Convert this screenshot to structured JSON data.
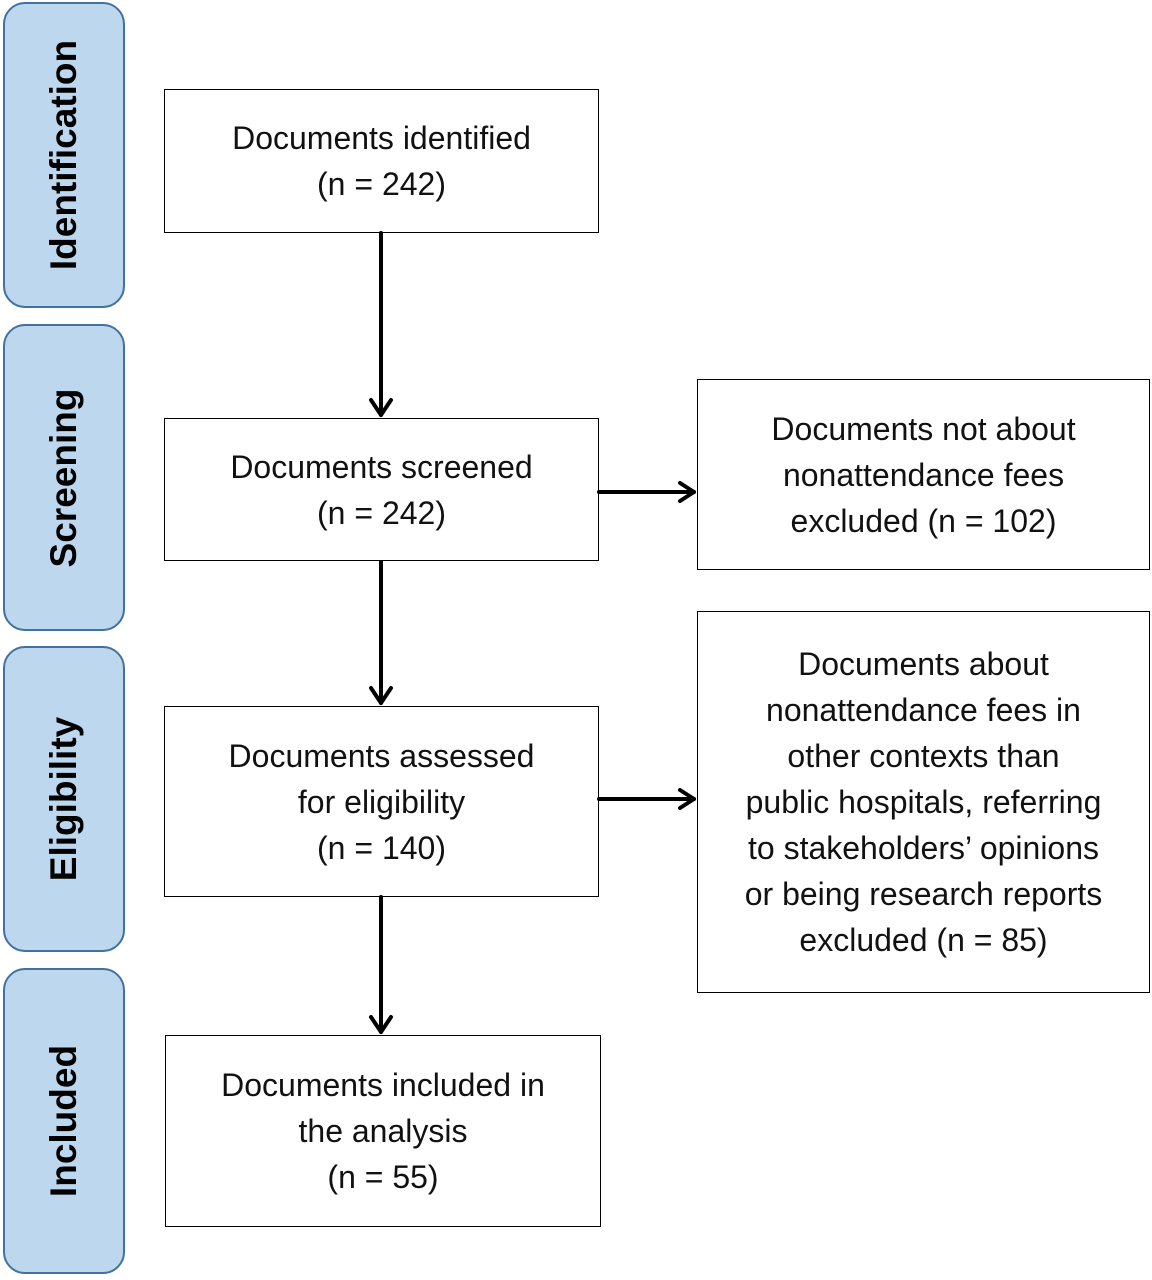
{
  "stages": [
    {
      "id": "identification",
      "label": "Identification"
    },
    {
      "id": "screening",
      "label": "Screening"
    },
    {
      "id": "eligibility",
      "label": "Eligibility"
    },
    {
      "id": "included",
      "label": "Included"
    }
  ],
  "boxes": {
    "identified": {
      "line1": "Documents identified",
      "line2": "(n = 242)"
    },
    "screened": {
      "line1": "Documents screened",
      "line2": "(n = 242)"
    },
    "assessed": {
      "line1": "Documents assessed",
      "line2": "for eligibility",
      "line3": "(n = 140)"
    },
    "included": {
      "line1": "Documents included in",
      "line2": "the analysis",
      "line3": "(n = 55)"
    },
    "excluded_not_about": {
      "line1": "Documents not about",
      "line2": "nonattendance fees",
      "line3": "excluded (n = 102)"
    },
    "excluded_other_contexts": {
      "line1": "Documents about",
      "line2": "nonattendance fees in",
      "line3": "other contexts than",
      "line4": "public hospitals, referring",
      "line5": "to stakeholders’ opinions",
      "line6": "or being research reports",
      "line7": "excluded (n = 85)"
    }
  }
}
